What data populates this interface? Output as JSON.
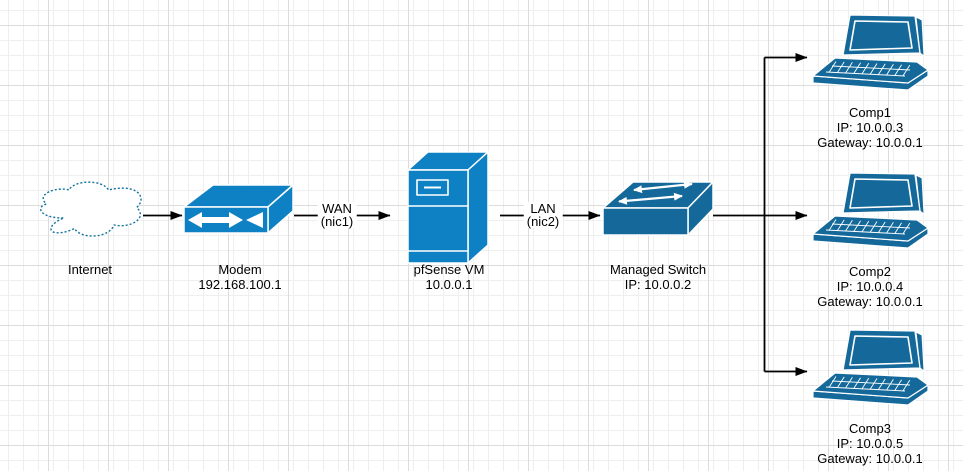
{
  "diagram": {
    "nodes": {
      "internet": {
        "label": "Internet",
        "icon": "cloud-icon"
      },
      "modem": {
        "label": "Modem",
        "line2": "192.168.100.1",
        "icon": "modem-icon"
      },
      "pfsense": {
        "label": "pfSense VM",
        "line2": "10.0.0.1",
        "icon": "server-tower-icon"
      },
      "switch": {
        "label": "Managed Switch",
        "line2": "IP: 10.0.0.2",
        "icon": "managed-switch-icon"
      },
      "comp1": {
        "label": "Comp1",
        "line2": "IP: 10.0.0.3",
        "line3": "Gateway: 10.0.0.1",
        "icon": "laptop-icon"
      },
      "comp2": {
        "label": "Comp2",
        "line2": "IP: 10.0.0.4",
        "line3": "Gateway: 10.0.0.1",
        "icon": "laptop-icon"
      },
      "comp3": {
        "label": "Comp3",
        "line2": "IP: 10.0.0.5",
        "line3": "Gateway: 10.0.0.1",
        "icon": "laptop-icon"
      }
    },
    "edge_labels": {
      "wan": {
        "name": "WAN",
        "nic": "(nic1)"
      },
      "lan": {
        "name": "LAN",
        "nic": "(nic2)"
      }
    },
    "colors": {
      "device_bright_blue": "#0e80c4",
      "device_dark_blue": "#14699a",
      "cloud_outline": "#10739e",
      "connector": "#000000",
      "grid_minor": "#efefef",
      "grid_major": "#dcdcdc"
    }
  }
}
